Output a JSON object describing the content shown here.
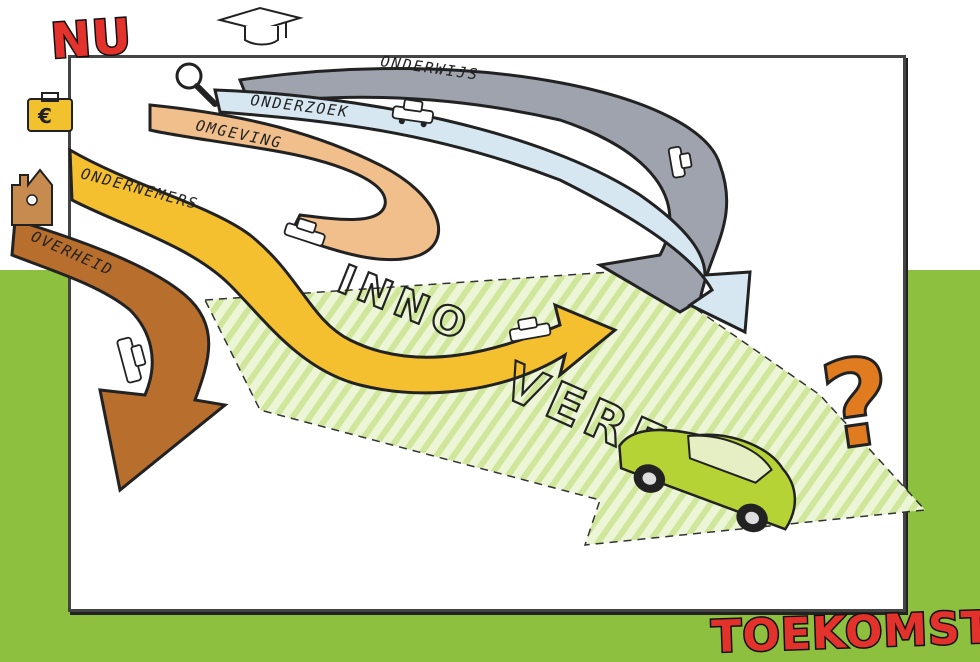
{
  "labels": {
    "start": "NU",
    "end": "TOEKOMST",
    "euro": "€",
    "question": "?",
    "onderwijs": "ONDERWIJS",
    "onderzoek": "ONDERZOEK",
    "omgeving": "OMGEVING",
    "ondernemers": "ONDERNEMERS",
    "overheid": "OVERHEID",
    "innoveren_part1": "INNO",
    "innoveren_part2": "VEREN"
  },
  "colors": {
    "green_band": "#8dc03f",
    "red_title": "#e2322b",
    "onderwijs": "#9ea3ad",
    "onderzoek": "#d6e7f2",
    "omgeving": "#f0bf8c",
    "ondernemers": "#f5c030",
    "overheid": "#b86e2c",
    "innoveren": "#d9ecb0",
    "car": "#b5d335",
    "question": "#e07b1f",
    "euro_case": "#f2c12e"
  },
  "icons": [
    "graduation-cap-icon",
    "magnifier-icon",
    "euro-briefcase-icon",
    "town-hall-icon",
    "question-mark-icon",
    "car-icon",
    "small-car-icon"
  ]
}
